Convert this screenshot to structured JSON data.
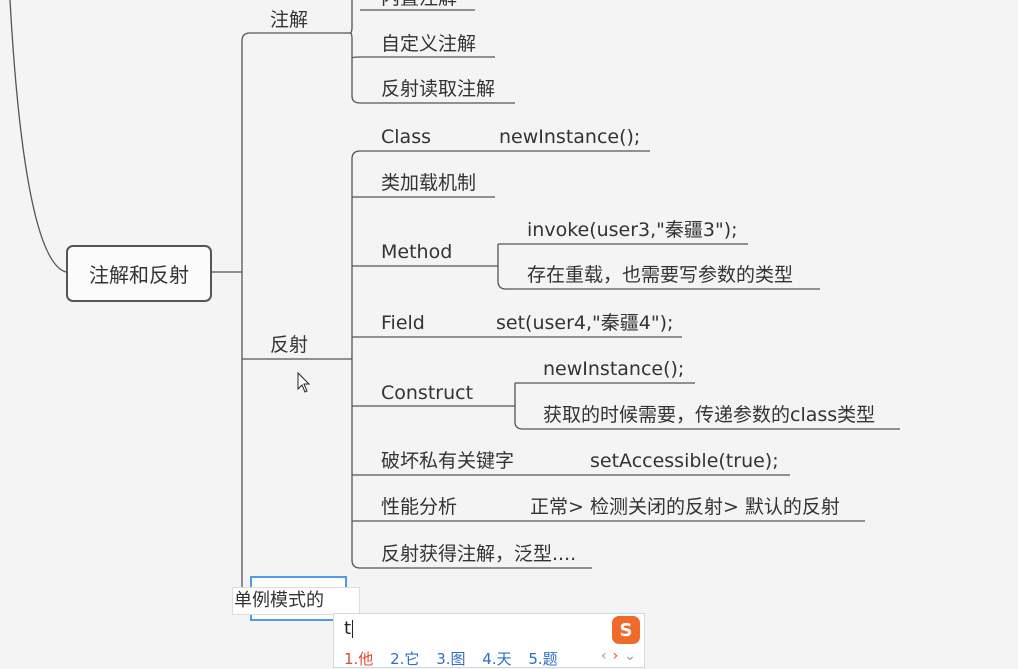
{
  "mindmap": {
    "root": "注解和反射",
    "branch_annotation": {
      "label": "注解",
      "children": [
        "内置注解",
        "自定义注解",
        "反射读取注解"
      ]
    },
    "branch_reflection": {
      "label": "反射",
      "class_label": "Class",
      "class_detail": "newInstance();",
      "classloading": "类加载机制",
      "method_label": "Method",
      "method_details": [
        "invoke(user3,\"秦疆3\");",
        "存在重载，也需要写参数的类型"
      ],
      "field_label": "Field",
      "field_detail": "set(user4,\"秦疆4\");",
      "construct_label": "Construct",
      "construct_details": [
        "newInstance();",
        "获取的时候需要，传递参数的class类型"
      ],
      "private_label": "破坏私有关键字",
      "private_detail": "setAccessible(true);",
      "perf_label": "性能分析",
      "perf_detail": "正常> 检测关闭的反射> 默认的反射",
      "generics_label": "反射获得注解，泛型...."
    },
    "editing_node": "单例模式的"
  },
  "ime": {
    "input": "t",
    "candidates": [
      "1.他",
      "2.它",
      "3.图",
      "4.天",
      "5.题"
    ],
    "logo": "S"
  },
  "colors": {
    "line": "#555555",
    "edit_border": "#4e9be8",
    "ime_first": "#e34a2a",
    "ime_cand": "#2f6fc4"
  }
}
